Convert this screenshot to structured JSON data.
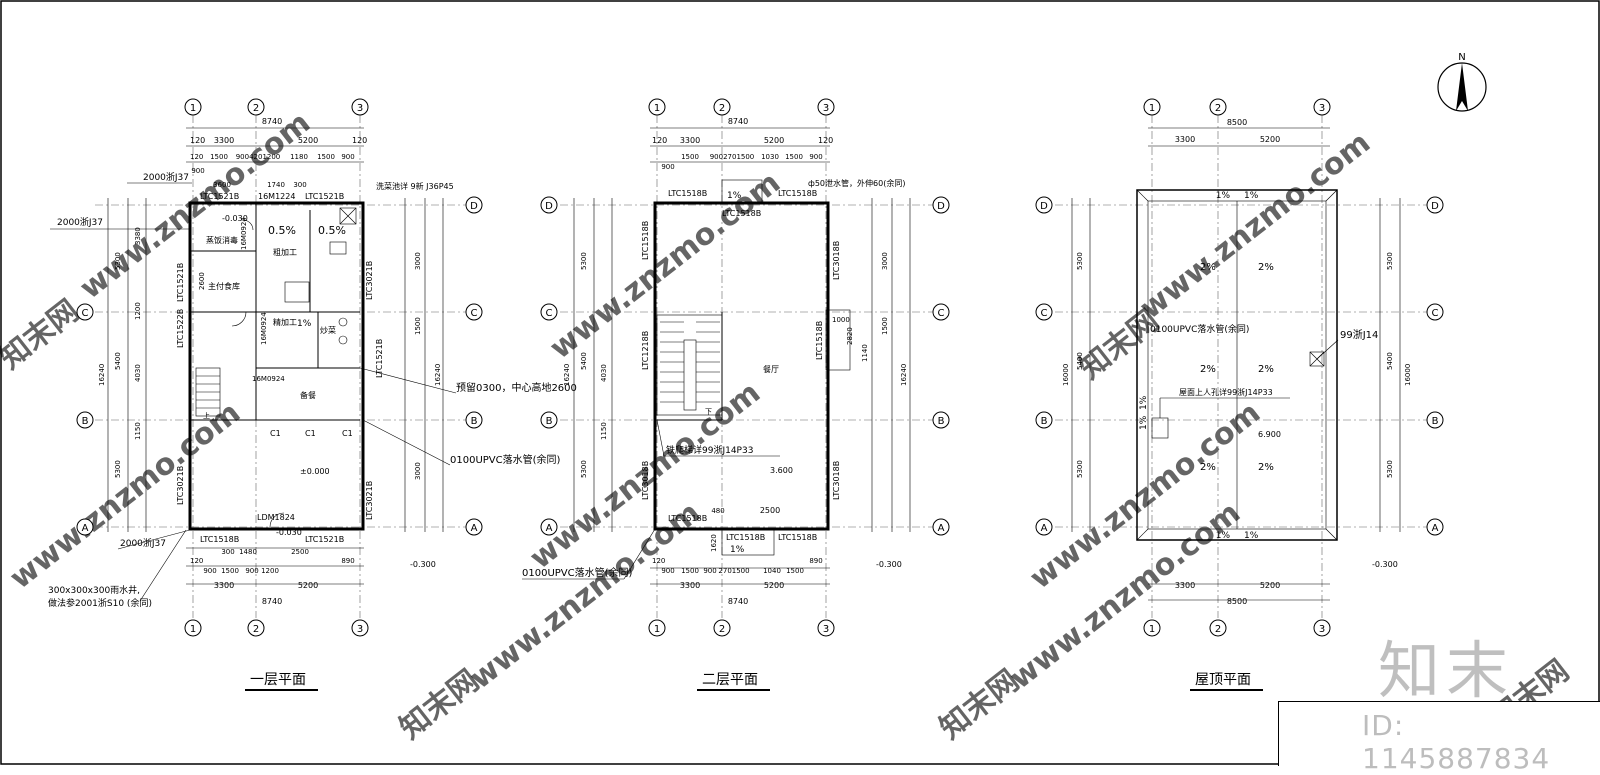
{
  "plans": [
    {
      "title": "一层平面",
      "axes_x": [
        "1",
        "2",
        "3"
      ],
      "axes_y": [
        "A",
        "B",
        "C",
        "D"
      ],
      "top_dims": [
        "8740",
        "3300",
        "5200",
        "120",
        "120"
      ],
      "top_detail": [
        "900",
        "1500",
        "9004201200",
        "1180",
        "1500",
        "900"
      ],
      "top_detail_2": [
        "3600",
        "1740",
        "300"
      ],
      "windows": [
        "LTC1521B",
        "16M1224",
        "LTC1521B",
        "LTC3021B",
        "LTC1521B",
        "LTC1522B",
        "LTC3021B",
        "LTC3021B",
        "LTC1518B",
        "LTC1521B",
        "LDM1824",
        "LTC1521B"
      ],
      "rooms": [
        "蒸饭消毒",
        "粗加工",
        "主付食库",
        "精加工",
        "备餐",
        "炒菜"
      ],
      "notes": [
        "2000浙J37",
        "2000浙J37",
        "2000浙J37",
        "洗菜池详 9新 J36P45",
        "预留0300，中心高地2600",
        "0100UPVC落水管(余同)",
        "300x300x300雨水井,",
        "做法参2001浙S10 (余同)",
        "±0.000",
        "-0.030",
        "-0.030",
        "-0.300",
        "0.5%",
        "0.5%",
        "1%",
        "16M0924",
        "16M0924",
        "16M0924",
        "C1",
        "C1",
        "C1",
        "上"
      ],
      "side_dims": [
        "5300",
        "5400",
        "5300",
        "16240",
        "3000",
        "1500",
        "4030",
        "1150",
        "3000",
        "1350",
        "3380",
        "2600",
        "1200"
      ],
      "bottom_dims": [
        "120",
        "900",
        "1500",
        "900",
        "1200",
        "2500",
        "890",
        "3300",
        "5200",
        "8740",
        "300",
        "1480"
      ]
    },
    {
      "title": "二层平面",
      "axes_x": [
        "1",
        "2",
        "3"
      ],
      "axes_y": [
        "A",
        "B",
        "C",
        "D"
      ],
      "top_dims": [
        "8740",
        "3300",
        "5200",
        "120",
        "120"
      ],
      "top_detail": [
        "900",
        "1500",
        "9002701500",
        "1030",
        "1500",
        "900"
      ],
      "windows": [
        "LTC1518B",
        "LTC1518B",
        "LTC1518B",
        "LTC3018B",
        "LTC1518B",
        "LTC1518B",
        "LTC1218B",
        "LTC3018B",
        "LTC3018B",
        "LTC1518B",
        "LTC1518B",
        "LTC1518B"
      ],
      "rooms": [
        "餐厅"
      ],
      "notes": [
        "ф50泄水管，外伸60(余同)",
        "铁爬梯详99浙J14P33",
        "0100UPVC落水管(余同)",
        "3.600",
        "-0.300",
        "1%",
        "1%",
        "下",
        "2500",
        "480"
      ],
      "side_dims": [
        "5300",
        "5400",
        "5300",
        "16240",
        "3000",
        "1500",
        "4030",
        "1150",
        "1000",
        "2820",
        "1140"
      ],
      "bottom_dims": [
        "120",
        "900",
        "1500",
        "900",
        "2701500",
        "1040",
        "1500",
        "890",
        "3300",
        "5200",
        "8740",
        "1620"
      ]
    },
    {
      "title": "屋顶平面",
      "axes_x": [
        "1",
        "2",
        "3"
      ],
      "axes_y": [
        "A",
        "B",
        "C",
        "D"
      ],
      "top_dims": [
        "8500",
        "3300",
        "5200"
      ],
      "windows": [],
      "rooms": [],
      "notes": [
        "0100UPVC落水管(余同)",
        "99浙J14",
        "屋面上人孔详99浙J14P33",
        "6.900",
        "-0.300",
        "2%",
        "2%",
        "2%",
        "2%",
        "2%",
        "2%",
        "1%",
        "1%",
        "1%",
        "1%",
        "1%",
        "1%"
      ],
      "side_dims": [
        "5300",
        "5400",
        "5300",
        "16000"
      ],
      "bottom_dims": [
        "3300",
        "5200",
        "8500"
      ]
    }
  ],
  "north_label": "N",
  "watermark": "www.znzmo.com",
  "watermark_cn": "知末网",
  "brand": "知末",
  "id_label": "ID: 1145887834"
}
